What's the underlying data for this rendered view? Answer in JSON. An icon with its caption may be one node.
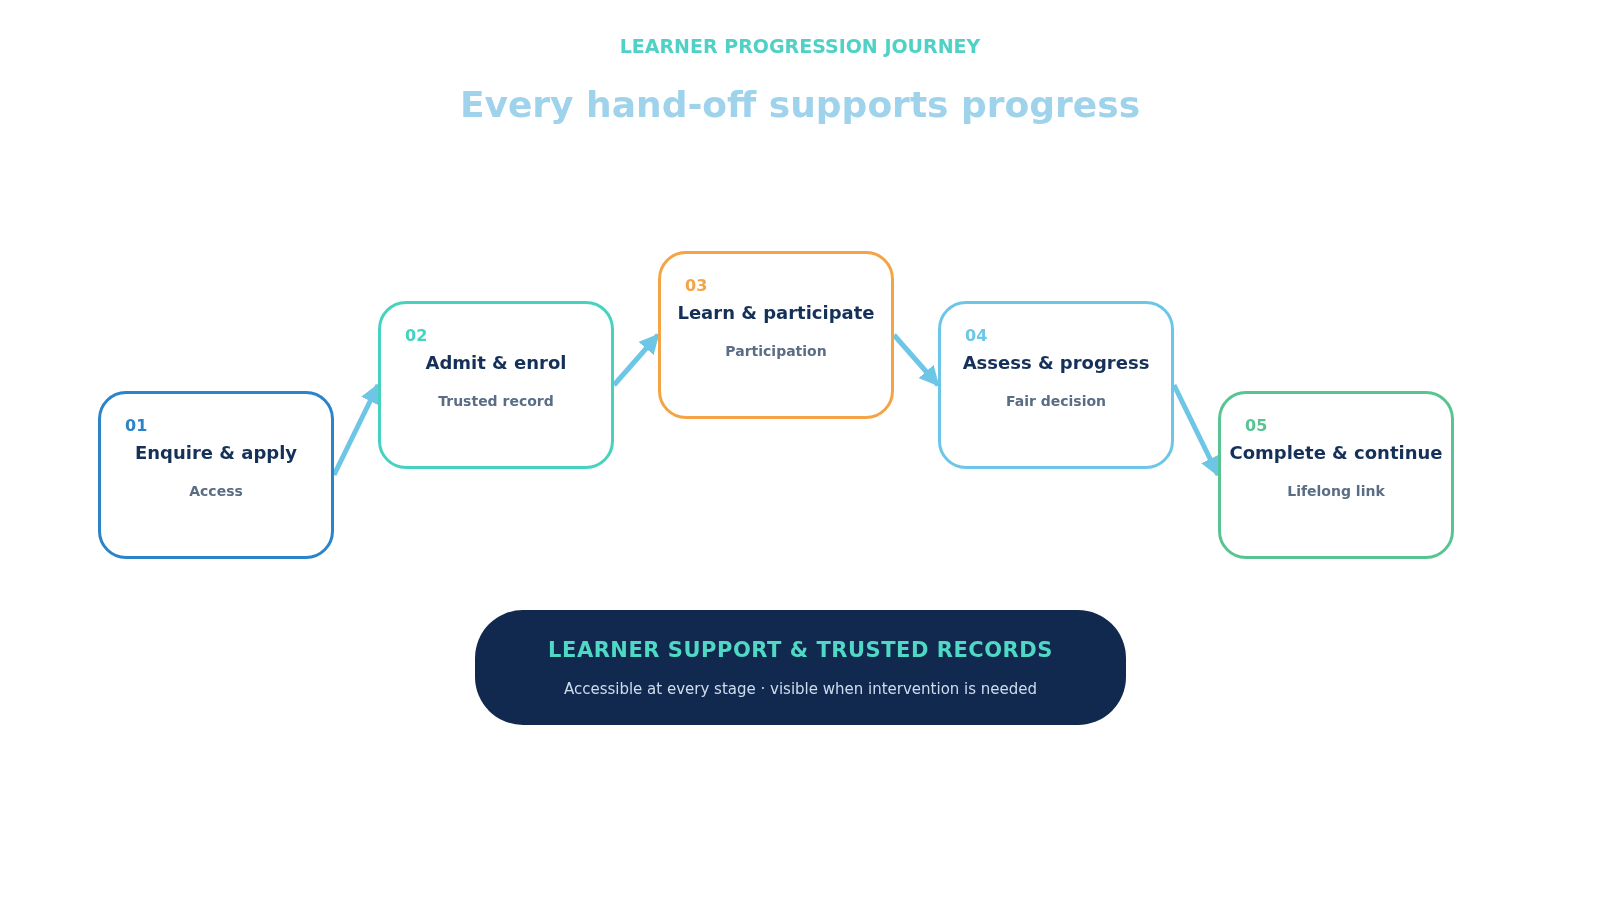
{
  "diagram": {
    "title": "LEARNER PROGRESSION JOURNEY",
    "nodes": [
      {
        "text": [
          "01",
          "Enquire & apply",
          "Access"
        ]
      },
      {
        "text": [
          "02",
          "Admit & enrol",
          "Trusted record"
        ]
      },
      {
        "text": [
          "03",
          "Learn & participate",
          "Participation"
        ]
      },
      {
        "text": [
          "04",
          "Assess & progress",
          "Fair decision"
        ]
      },
      {
        "text": [
          "05",
          "Complete & continue",
          "Lifelong link"
        ]
      },
      {
        "text": [
          "LEARNER SUPPORT & TRUSTED RECORDS",
          "Accessible at every stage · visible when intervention is needed"
        ]
      }
    ],
    "edges": [
      {
        "from": 0,
        "to": 1,
        "arrow": "to"
      },
      {
        "from": 1,
        "to": 2,
        "arrow": "to"
      },
      {
        "from": 2,
        "to": 3,
        "arrow": "to"
      },
      {
        "from": 3,
        "to": 4,
        "arrow": "to"
      }
    ],
    "labels": [
      "Every hand-off supports progress"
    ]
  }
}
